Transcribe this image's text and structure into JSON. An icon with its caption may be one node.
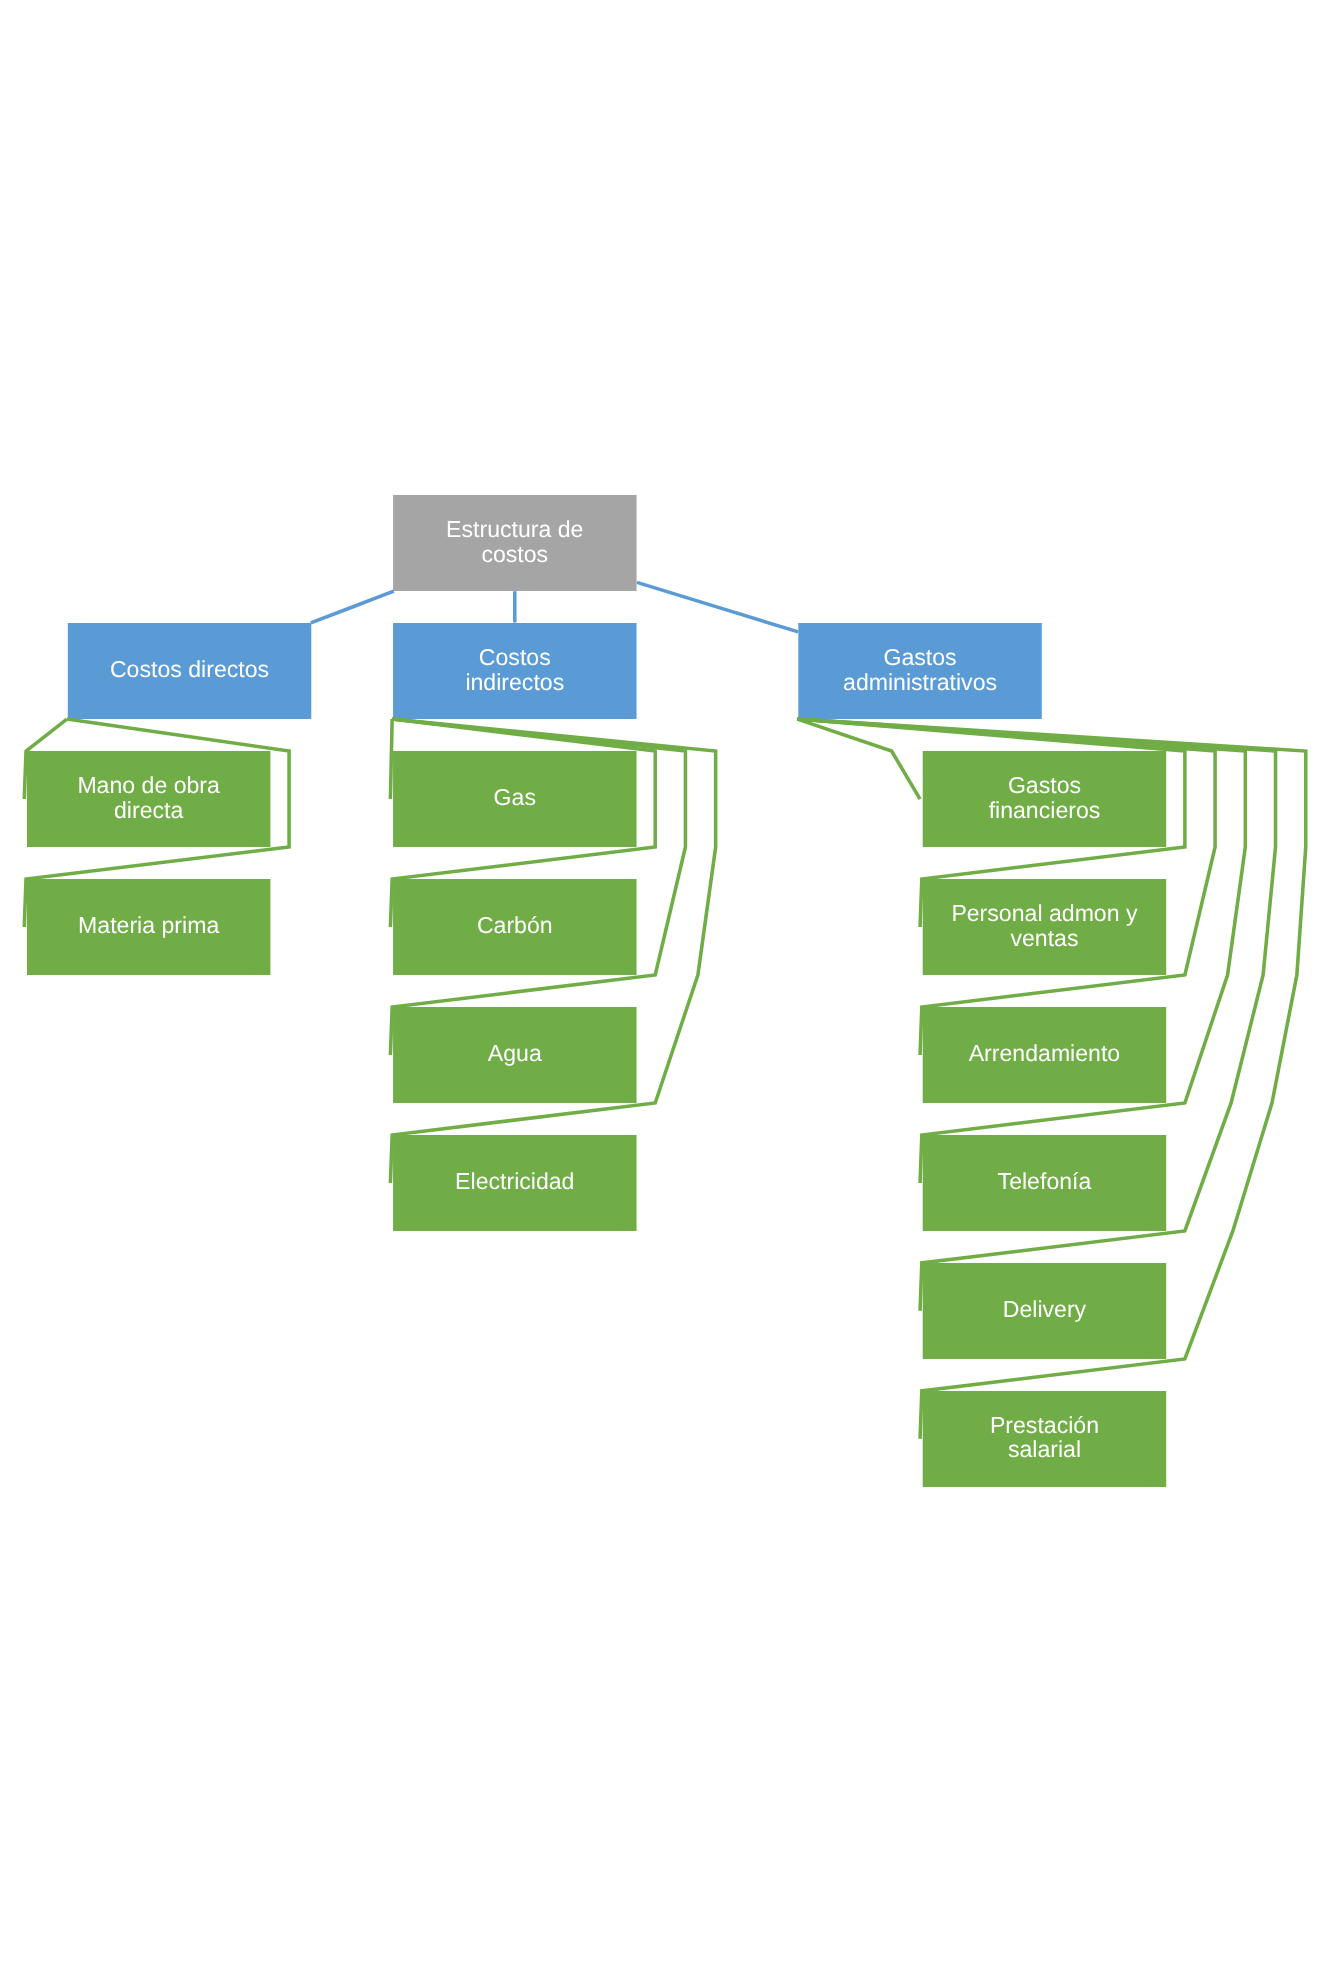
{
  "diagram": {
    "nodes": [
      {
        "text": [
          "Estructura de costos"
        ]
      },
      {
        "text": [
          "Costos directos"
        ]
      },
      {
        "text": [
          "Costos indirectos"
        ]
      },
      {
        "text": [
          "Gastos administrativos"
        ]
      },
      {
        "text": [
          "Mano de obra directa"
        ]
      },
      {
        "text": [
          "Materia prima"
        ]
      },
      {
        "text": [
          "Gas"
        ]
      },
      {
        "text": [
          "Carbón"
        ]
      },
      {
        "text": [
          "Agua"
        ]
      },
      {
        "text": [
          "Electricidad"
        ]
      },
      {
        "text": [
          "Gastos financieros"
        ]
      },
      {
        "text": [
          "Personal admon y ventas"
        ]
      },
      {
        "text": [
          "Arrendamiento"
        ]
      },
      {
        "text": [
          "Telefonía"
        ]
      },
      {
        "text": [
          "Delivery"
        ]
      },
      {
        "text": [
          "Prestación salarial"
        ]
      }
    ],
    "edges": [
      {
        "from": 0,
        "to": 1,
        "arrow": "none",
        "color": "#5b9bd5"
      },
      {
        "from": 0,
        "to": 2,
        "arrow": "none",
        "color": "#5b9bd5"
      },
      {
        "from": 0,
        "to": 3,
        "arrow": "none",
        "color": "#5b9bd5"
      },
      {
        "from": 1,
        "to": 4,
        "arrow": "none"
      },
      {
        "from": 1,
        "to": 5,
        "arrow": "none"
      },
      {
        "from": 2,
        "to": 6,
        "arrow": "none"
      },
      {
        "from": 2,
        "to": 7,
        "arrow": "none"
      },
      {
        "from": 2,
        "to": 8,
        "arrow": "none"
      },
      {
        "from": 2,
        "to": 9,
        "arrow": "none"
      },
      {
        "from": 3,
        "to": 10,
        "arrow": "none"
      },
      {
        "from": 3,
        "to": 11,
        "arrow": "none"
      },
      {
        "from": 3,
        "to": 12,
        "arrow": "none"
      },
      {
        "from": 3,
        "to": 13,
        "arrow": "none"
      },
      {
        "from": 3,
        "to": 14,
        "arrow": "none"
      },
      {
        "from": 3,
        "to": 15,
        "arrow": "none"
      }
    ]
  }
}
